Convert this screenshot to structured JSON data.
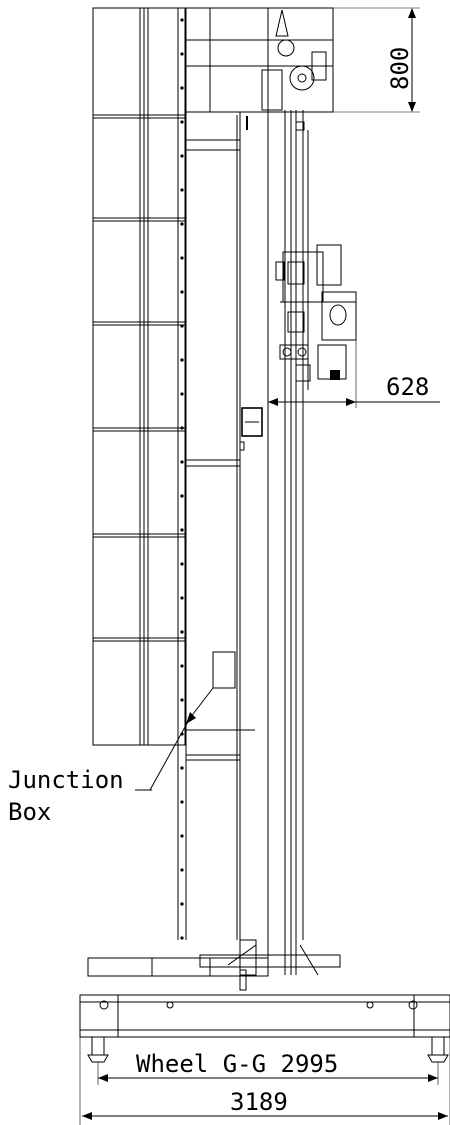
{
  "dimensions": {
    "top_height": "800",
    "carriage_offset": "628",
    "wheel_gauge": "Wheel G-G 2995",
    "overall_length": "3189"
  },
  "labels": {
    "junction_box_line1": "Junction",
    "junction_box_line2": "Box"
  }
}
